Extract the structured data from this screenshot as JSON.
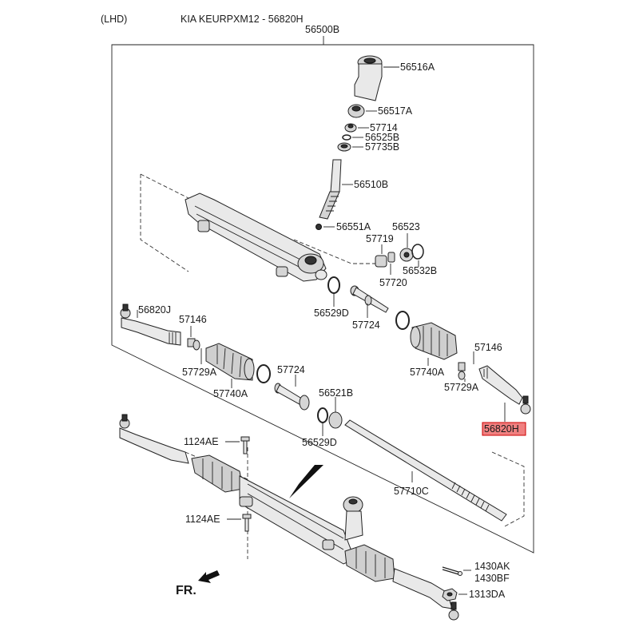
{
  "header": {
    "side": "(LHD)",
    "title": "KIA KEURPXM12 - 56820H"
  },
  "labels": {
    "assembly": "56500B",
    "p56516A": "56516A",
    "p56517A": "56517A",
    "p57714": "57714",
    "p56525B": "56525B",
    "p57735B": "57735B",
    "p56510B": "56510B",
    "p56551A": "56551A",
    "p56523": "56523",
    "p57719": "57719",
    "p56532B": "56532B",
    "p57720": "57720",
    "p56820J": "56820J",
    "p57146_left": "57146",
    "p57729A_left": "57729A",
    "p57740A_left": "57740A",
    "p56529D_upper": "56529D",
    "p57724_upper": "57724",
    "p57740A_right": "57740A",
    "p57146_right": "57146",
    "p57729A_right": "57729A",
    "p56820H": "56820H",
    "p57724_lower": "57724",
    "p56521B": "56521B",
    "p56529D_lower": "56529D",
    "p57710C": "57710C",
    "p1124AE_upper": "1124AE",
    "p1124AE_lower": "1124AE",
    "p1430AK": "1430AK",
    "p1430BF": "1430BF",
    "p1313DA": "1313DA",
    "front": "FR."
  },
  "highlight": {
    "part": "56820H",
    "color": "#f08080",
    "border": "#cc0000"
  }
}
